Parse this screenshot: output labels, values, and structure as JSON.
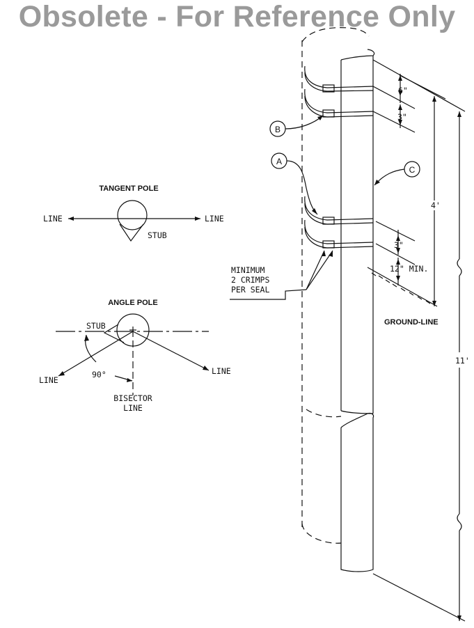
{
  "watermark": "Obsolete - For Reference Only",
  "tangent_pole": {
    "title": "TANGENT POLE",
    "line_left": "LINE",
    "line_right": "LINE",
    "stub": "STUB"
  },
  "angle_pole": {
    "title": "ANGLE POLE",
    "stub": "STUB",
    "line_left": "LINE",
    "line_right": "LINE",
    "angle": "90°",
    "bisector_1": "BISECTOR",
    "bisector_2": "LINE"
  },
  "callouts": {
    "a": "A",
    "b": "B",
    "c": "C"
  },
  "crimps_note": [
    "MINIMUM",
    "2 CRIMPS",
    "PER SEAL"
  ],
  "dimensions": {
    "top_spacing": "6\"",
    "band_spacing_top": "3\"",
    "band_spacing_bottom": "3\"",
    "ground_clearance": "12\" MIN.",
    "above_ground": "4'",
    "overall": "11'"
  },
  "ground_line": "GROUND-LINE"
}
